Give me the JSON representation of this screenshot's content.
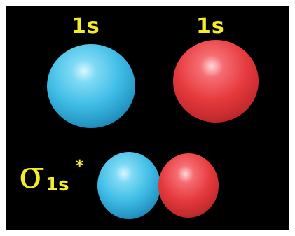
{
  "labels": {
    "atom_left": "1s",
    "atom_right": "1s",
    "mo_symbol": "σ",
    "mo_subscript": "1s",
    "mo_superscript": "*"
  },
  "colors": {
    "background": "#000000",
    "label": "#f2ec2a",
    "phase_positive": "#3fbde6",
    "phase_negative": "#e63a3d"
  }
}
